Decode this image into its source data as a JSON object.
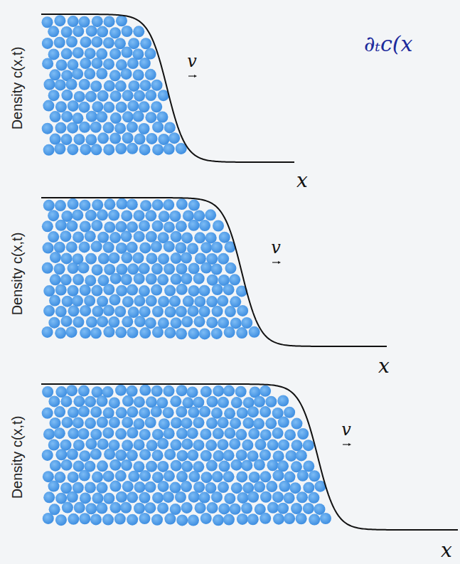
{
  "diagram": {
    "labels": [
      "Density c(x,t)",
      "v",
      "x",
      "∂ₜc(x",
      "Density c(x,t)",
      "v",
      "x",
      "Density c(x,t)",
      "v",
      "x"
    ]
  }
}
